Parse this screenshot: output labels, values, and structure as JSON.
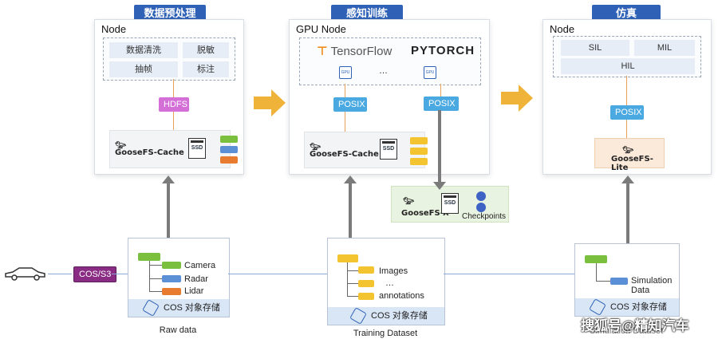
{
  "sections": {
    "preprocess": {
      "tag": "数据预处理",
      "node_title": "Node",
      "tasks": [
        "数据清洗",
        "脱敏",
        "抽帧",
        "标注"
      ],
      "interface": "HDFS",
      "cache": "GooseFS-Cache"
    },
    "training": {
      "tag": "感知训练",
      "node_title": "GPU Node",
      "frameworks": [
        "TensorFlow",
        "PYTORCH"
      ],
      "ellipsis": "…",
      "gpu_label": "GPU",
      "interface_left": "POSIX",
      "interface_right": "POSIX",
      "cache": "GooseFS-Cache",
      "gooseX": "GooseFS-X",
      "checkpoints": "Checkpoints"
    },
    "simulation": {
      "tag": "仿真",
      "node_title": "Node",
      "tasks": [
        "SIL",
        "MIL",
        "HIL"
      ],
      "interface": "POSIX",
      "cache": "GooseFS-Lite"
    }
  },
  "source": {
    "gateway": "COS/S3"
  },
  "ssd_label": "SSD",
  "datasets": {
    "raw": {
      "items": [
        "Camera",
        "Radar",
        "Lidar"
      ],
      "storage": "COS 对象存储",
      "caption": "Raw data"
    },
    "training": {
      "items": [
        "Images",
        "…",
        "annotations"
      ],
      "storage": "COS 对象存储",
      "caption": "Training Dataset"
    },
    "simulation": {
      "items": [
        "Simulation Data"
      ],
      "storage": "COS 对象存储",
      "caption": "Simulation Dataset"
    }
  },
  "watermark": "搜狐号@精知汽车",
  "colors": {
    "tag_blue": "#2f62b7",
    "posix": "#4aa9e0",
    "hdfs": "#d46fd8",
    "arrow_orange": "#f0b33a",
    "green": "#7bbf3f",
    "blue_chip": "#5b8fd6",
    "orange_chip": "#e77b2f",
    "yellow_chip": "#f4c430"
  }
}
